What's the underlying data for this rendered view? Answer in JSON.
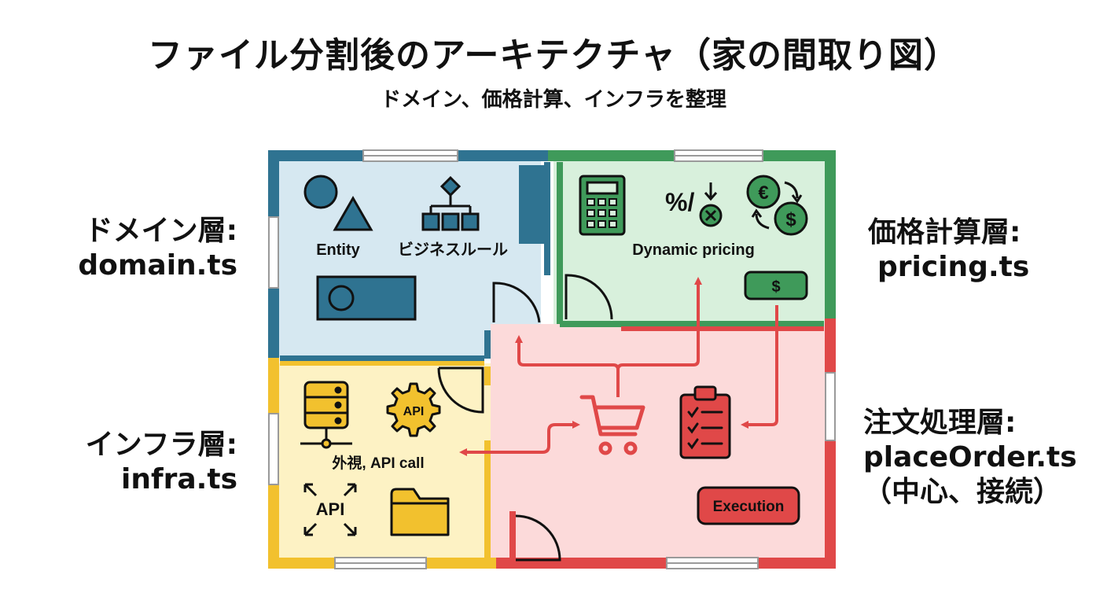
{
  "title": "ファイル分割後のアーキテクチャ（家の間取り図）",
  "subtitle": "ドメイン、価格計算、インフラを整理",
  "labels": {
    "domain": {
      "line1": "ドメイン層:",
      "line2": "domain.ts"
    },
    "pricing": {
      "line1": "価格計算層:",
      "line2": "pricing.ts"
    },
    "infra": {
      "line1": "インフラ層:",
      "line2": "infra.ts"
    },
    "order": {
      "line1": "注文処理層:",
      "line2": "placeOrder.ts",
      "line3": "（中心、接続）"
    }
  },
  "rooms": {
    "domain": {
      "entity_label": "Entity",
      "rule_label": "ビジネスルール"
    },
    "pricing": {
      "caption": "Dynamic pricing",
      "price_tag": "$",
      "euro": "€",
      "dollar": "$",
      "percent": "%/"
    },
    "infra": {
      "call_label": "外視, API call",
      "gear_label": "API",
      "api_label": "API"
    },
    "order": {
      "execution_label": "Execution"
    }
  },
  "colors": {
    "domain": "#2f7391",
    "domain_fill": "#d6e8f1",
    "pricing": "#3f9a5a",
    "pricing_fill": "#d8f0dc",
    "infra": "#f2c12e",
    "infra_fill": "#fdf2c4",
    "order": "#e04848",
    "order_fill": "#fcdada"
  }
}
